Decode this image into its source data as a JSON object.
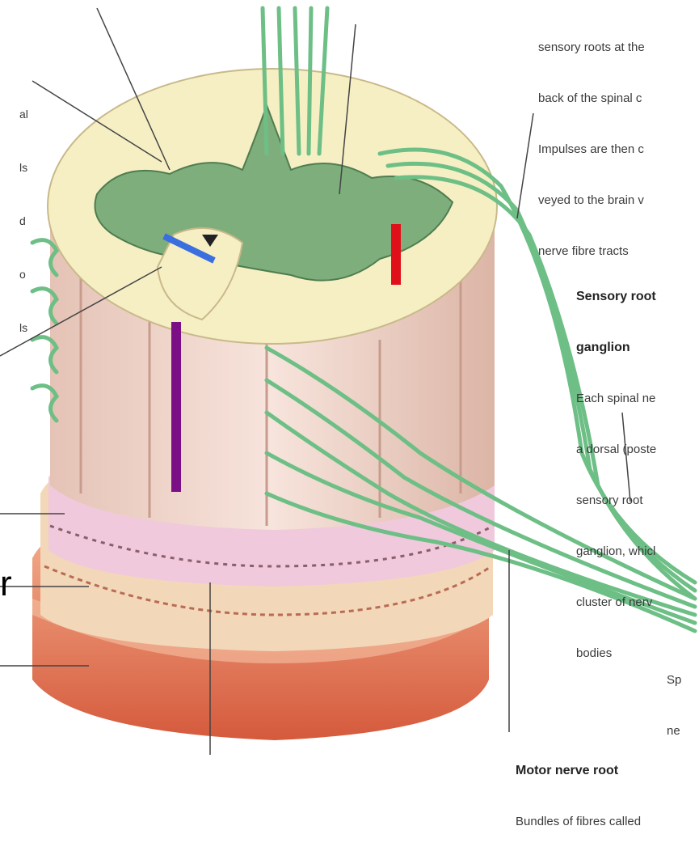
{
  "top_right_text": [
    "sensory roots at the",
    "back of the spinal c",
    "Impulses are then c",
    "veyed to the brain v",
    "nerve fibre tracts"
  ],
  "top_left_text": [
    "al",
    "ls",
    "d",
    "o",
    "ls"
  ],
  "sensory_ganglion": {
    "title_1": "Sensory root",
    "title_2": "ganglion",
    "body": [
      "Each spinal ne",
      "a dorsal (poste",
      "sensory root",
      "ganglion, whicl",
      "cluster of nerv",
      "bodies"
    ]
  },
  "spinal_nerve_text": [
    "Sp",
    "ne"
  ],
  "motor_root": {
    "title": "Motor nerve root",
    "cut": "Bundles of fibres called"
  },
  "left_letter": "r",
  "markers": [
    {
      "name": "blue-marker",
      "color": "#3b6fe0"
    },
    {
      "name": "red-marker",
      "color": "#e0101a"
    },
    {
      "name": "purple-marker",
      "color": "#7a0f86"
    }
  ],
  "colors": {
    "white_matter": "#f6efc4",
    "grey_matter": "#7fae7d",
    "nerve_fibre": "#6dbf86",
    "column": "#efd3c8",
    "pia": "#f2cfe0",
    "dura": "#d8664a"
  }
}
